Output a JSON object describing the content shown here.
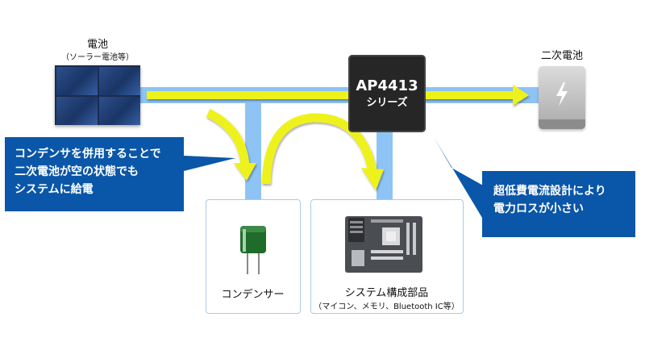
{
  "battery_source": {
    "title": "電池",
    "subtitle": "（ソーラー電池等）"
  },
  "secondary_battery": {
    "title": "二次電池"
  },
  "chip": {
    "name": "AP4413",
    "series": "シリーズ"
  },
  "callout_left": {
    "lines": [
      "コンデンサを併用することで",
      "二次電池が空の状態でも",
      "システムに給電"
    ]
  },
  "callout_right": {
    "lines": [
      "超低費電流設計により",
      "電力ロスが小さい"
    ]
  },
  "capacitor_box": {
    "label": "コンデンサー"
  },
  "system_box": {
    "label": "システム構成部品",
    "sublabel": "（マイコン、メモリ、Bluetooth IC等）"
  },
  "colors": {
    "bus": "#8ec4f5",
    "arrow": "#eef21a",
    "callout": "#0a56a8",
    "chip": "#262626"
  },
  "icons": [
    "solar-panel-icon",
    "chip-icon",
    "battery-icon",
    "capacitor-icon",
    "motherboard-icon",
    "lightning-icon"
  ]
}
